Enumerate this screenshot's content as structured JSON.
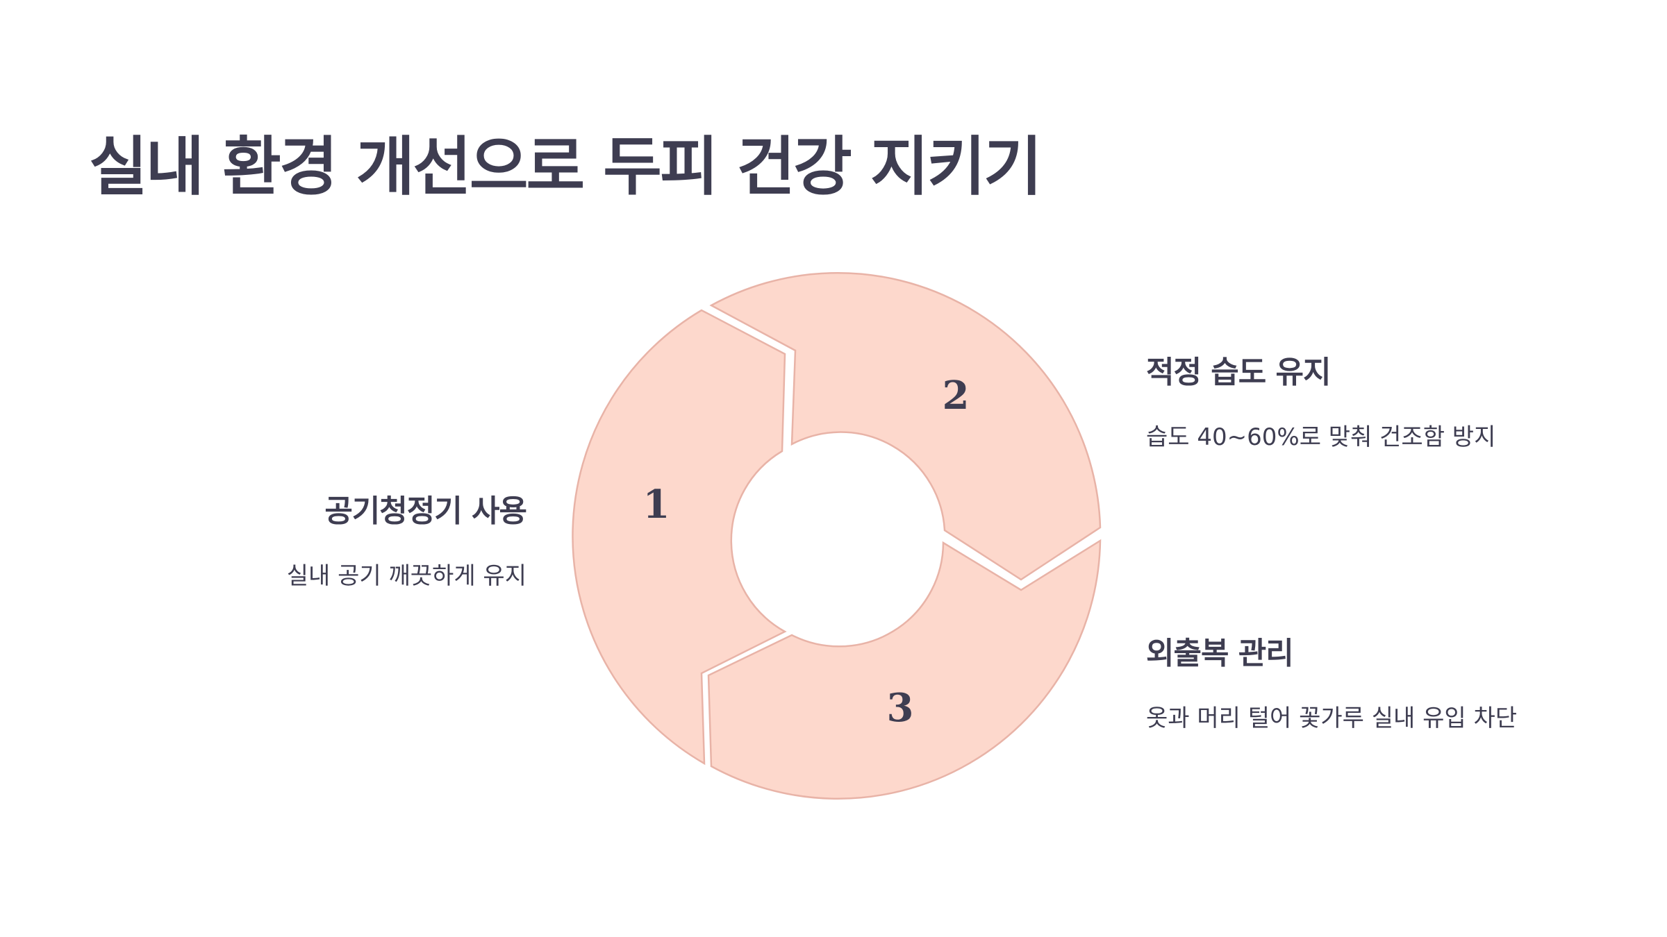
{
  "title": "실내 환경 개선으로 두피 건강 지키기",
  "colors": {
    "segment_fill": "#fdd8cc",
    "segment_stroke": "#e8b3a7",
    "text": "#3e3d51",
    "background": "#ffffff"
  },
  "cycle": {
    "segments": [
      {
        "number": "1",
        "title": "공기청정기 사용",
        "description": "실내 공기 깨끗하게 유지"
      },
      {
        "number": "2",
        "title": "적정 습도 유지",
        "description": "습도 40~60%로 맞춰 건조함 방지"
      },
      {
        "number": "3",
        "title": "외출복 관리",
        "description": "옷과 머리 털어 꽃가루 실내 유입 차단"
      }
    ]
  }
}
